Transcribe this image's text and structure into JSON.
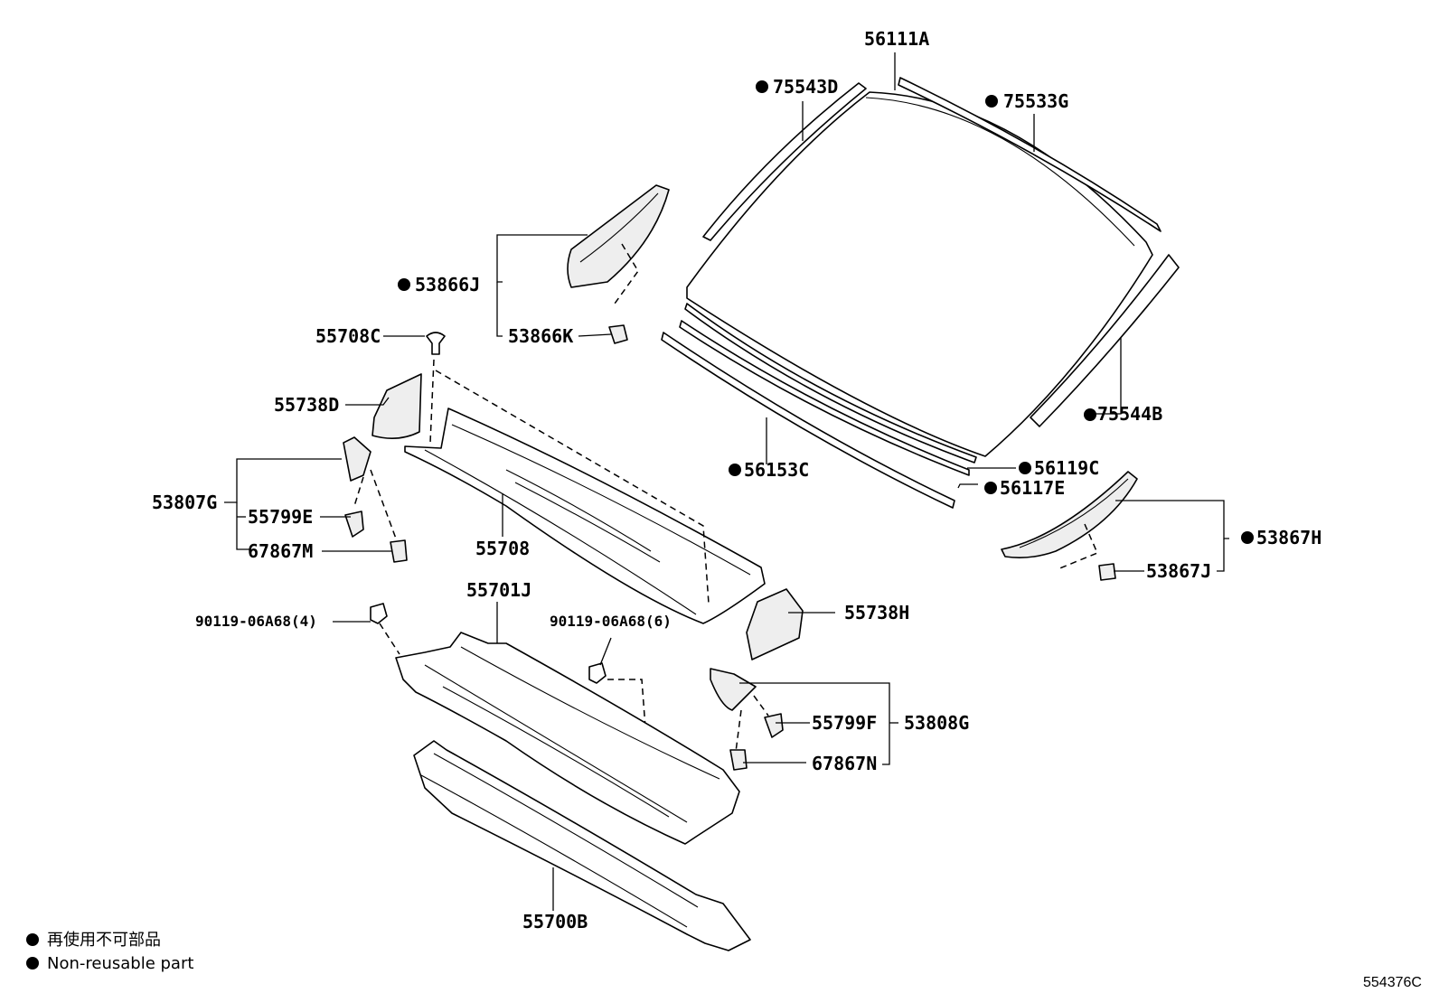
{
  "labels": {
    "l56111A": "56111A",
    "l75543D": "75543D",
    "l75533G": "75533G",
    "l53866J": "53866J",
    "l53866K": "53866K",
    "l55708C": "55708C",
    "l55738D": "55738D",
    "l53807G": "53807G",
    "l55799E": "55799E",
    "l67867M": "67867M",
    "l55708": "55708",
    "l55701J": "55701J",
    "l90119_4": "90119-06A68(4)",
    "l90119_6": "90119-06A68(6)",
    "l55738H": "55738H",
    "l55799F": "55799F",
    "l53808G": "53808G",
    "l67867N": "67867N",
    "l55700B": "55700B",
    "l75544B": "75544B",
    "l56153C": "56153C",
    "l56119C": "56119C",
    "l56117E": "56117E",
    "l53867H": "53867H",
    "l53867J": "53867J"
  },
  "legend": {
    "japanese": "再使用不可部品",
    "english": "Non-reusable part"
  },
  "diagram_code": "554376C"
}
